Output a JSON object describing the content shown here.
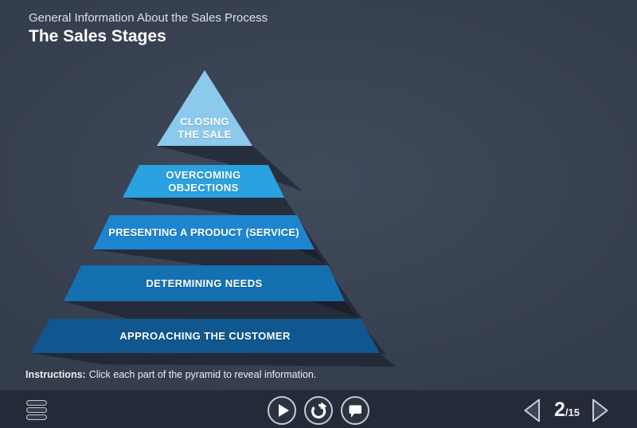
{
  "header": {
    "eyebrow": "General Information About the Sales Process",
    "title": "The Sales Stages"
  },
  "pyramid": {
    "layers": [
      {
        "id": "closing-the-sale",
        "label_lines": [
          "CLOSING",
          "THE SALE"
        ],
        "color": "#8ccaed"
      },
      {
        "id": "overcoming-objections",
        "label_lines": [
          "OVERCOMING",
          "OBJECTIONS"
        ],
        "color": "#2aa1e1"
      },
      {
        "id": "presenting-a-product",
        "label_lines": [
          "PRESENTING A PRODUCT (SERVICE)"
        ],
        "color": "#1d85d0"
      },
      {
        "id": "determining-needs",
        "label_lines": [
          "DETERMINING NEEDS"
        ],
        "color": "#1470b1"
      },
      {
        "id": "approaching-the-customer",
        "label_lines": [
          "APPROACHING THE CUSTOMER"
        ],
        "color": "#0f578e"
      }
    ]
  },
  "instructions": {
    "label": "Instructions:",
    "text": "Click each part of the pyramid to reveal information."
  },
  "player": {
    "menu_icon": "hamburger-icon",
    "buttons": [
      {
        "icon": "play-icon"
      },
      {
        "icon": "replay-icon"
      },
      {
        "icon": "comment-icon"
      }
    ],
    "pagination": {
      "current": "2",
      "separator": "/",
      "total": "15",
      "prev_icon": "chevron-left-icon",
      "next_icon": "chevron-right-icon"
    }
  },
  "colors": {
    "background": "#384151",
    "player_bar": "#242a37",
    "shadow": "rgba(15,20,32,0.5)",
    "text_primary": "#ffffff",
    "text_secondary": "#dde1e7"
  }
}
